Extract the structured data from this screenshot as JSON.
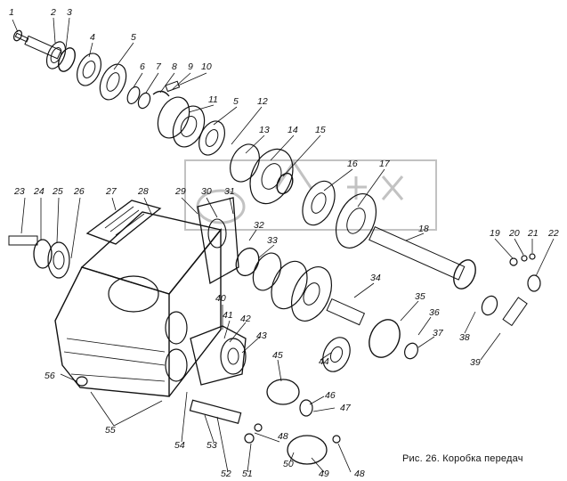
{
  "caption": "Рис. 26. Коробка передач",
  "labels": [
    "1",
    "2",
    "3",
    "4",
    "5",
    "6",
    "7",
    "8",
    "9",
    "10",
    "11",
    "5",
    "12",
    "13",
    "14",
    "15",
    "16",
    "17",
    "18",
    "19",
    "20",
    "21",
    "22",
    "23",
    "24",
    "25",
    "26",
    "27",
    "28",
    "29",
    "30",
    "31",
    "32",
    "33",
    "34",
    "35",
    "36",
    "37",
    "38",
    "39",
    "40",
    "41",
    "42",
    "43",
    "44",
    "45",
    "46",
    "47",
    "48",
    "49",
    "50",
    "51",
    "52",
    "53",
    "54",
    "55",
    "56",
    "48"
  ]
}
